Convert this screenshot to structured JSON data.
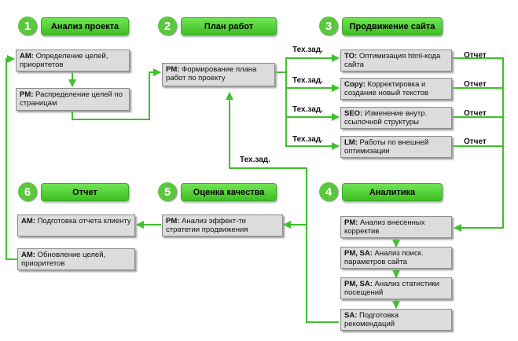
{
  "phases": [
    {
      "num": "1",
      "title": "Анализ проекта"
    },
    {
      "num": "2",
      "title": "План работ"
    },
    {
      "num": "3",
      "title": "Продвижение сайта"
    },
    {
      "num": "4",
      "title": "Аналитика"
    },
    {
      "num": "5",
      "title": "Оценка качества"
    },
    {
      "num": "6",
      "title": "Отчет"
    }
  ],
  "tasks": {
    "am_goals": {
      "role": "AM:",
      "text": " Определение целей, приоритетов"
    },
    "pm_distrib": {
      "role": "PM:",
      "text": " Распределение целей по страницам"
    },
    "pm_plan": {
      "role": "PM:",
      "text": " Формирование плана работ по проекту"
    },
    "to_html": {
      "role": "TO:",
      "text": " Оптимизация html-кода сайта"
    },
    "copy_texts": {
      "role": "Copy:",
      "text": " Корректировка и создание новый текстов"
    },
    "seo_links": {
      "role": "SEO:",
      "text": " Изменение внутр. ссылочной структуры"
    },
    "lm_external": {
      "role": "LM:",
      "text": " Работы по внешней оптимизации"
    },
    "pm_analysis": {
      "role": "PM:",
      "text": " Анализ внесенных корректив"
    },
    "pm_sa_search": {
      "role": "PM, SA:",
      "text": " Анализ поиск. параметров сайта"
    },
    "pm_sa_stats": {
      "role": "PM, SA:",
      "text": " Анализ статистики посещений"
    },
    "sa_recommend": {
      "role": "SA:",
      "text": " Подготовка рекомендаций"
    },
    "pm_effect": {
      "role": "PM:",
      "text": " Анализ эффект-ти стратегии продвижения"
    },
    "am_report": {
      "role": "AM:",
      "text": " Подготовка отчета клиенту"
    },
    "am_update": {
      "role": "AM:",
      "text": " Обновление целей, приоритетов"
    }
  },
  "labels": {
    "techzad_1": "Тех.зад.",
    "techzad_2": "Тех.зад.",
    "techzad_3": "Тех.зад.",
    "techzad_4": "Тех.зад.",
    "techzad_back": "Тех.зад.",
    "report_1": "Отчет",
    "report_2": "Отчет",
    "report_3": "Отчет",
    "report_4": "Отчет"
  },
  "colors": {
    "accent": "#5ac73c",
    "arrow": "#3ec12b",
    "box": "#dcdcdc"
  }
}
